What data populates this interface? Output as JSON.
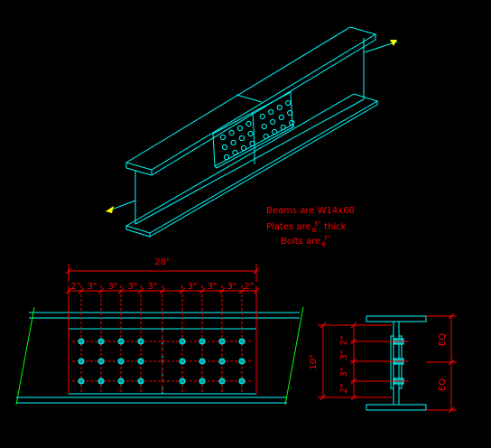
{
  "notes": {
    "line1": "Beams are W14x68",
    "line2_prefix": "Plates are ",
    "line2_frac_num": "3\"",
    "line2_frac_den": "8",
    "line2_suffix": " thick",
    "line3_prefix": "Bolts are ",
    "line3_frac_num": "7\"",
    "line3_frac_den": "8"
  },
  "plan": {
    "overall": "28\"",
    "spacings": [
      "2\"",
      "3\"",
      "3\"",
      "3\"",
      "3\"",
      "3\"",
      "3\"",
      "3\"",
      "2\""
    ]
  },
  "section": {
    "overall": "10\"",
    "spacings": [
      "2\"",
      "3\"",
      "3\"",
      "2\""
    ],
    "eq_top": "EQ",
    "eq_bottom": "EQ"
  },
  "colors": {
    "background": "#000000",
    "geometry": "#00ffff",
    "dimension": "#ff0000",
    "bolt": "#00ffff",
    "skew": "#00ff00",
    "arrow": "#ffff00"
  }
}
